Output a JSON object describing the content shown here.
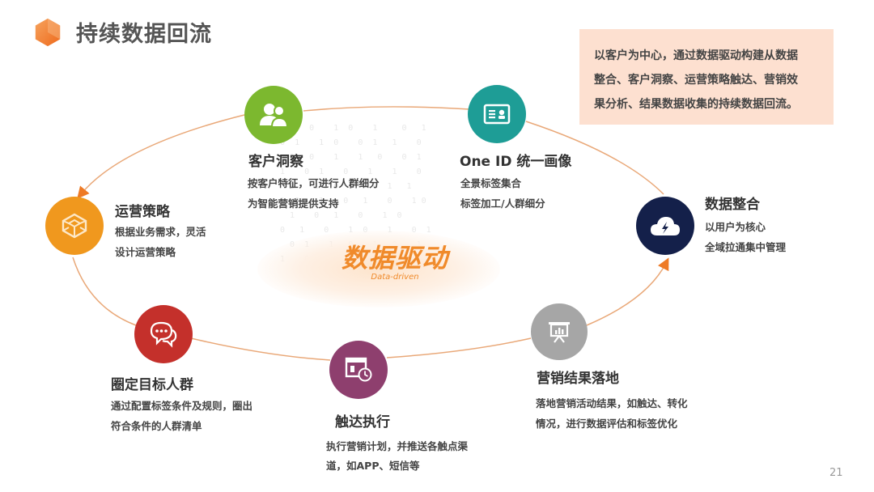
{
  "header": {
    "title": "持续数据回流",
    "title_icon": "orange-hexagon-icon"
  },
  "summary": {
    "lines": [
      "以客户为中心，通过数据驱动构建从数据",
      "整合、客户洞察、运营策略触达、营销效",
      "果分析、结果数据收集的持续数据回流。"
    ]
  },
  "center": {
    "label": "数据驱动",
    "sublabel": "Data-driven"
  },
  "nodes": [
    {
      "id": "customer-insight",
      "title": "客户洞察",
      "desc": [
        "按客户特征，可进行人群细分",
        "为智能营销提供支持"
      ],
      "icon": "users-icon",
      "color": "#7cb82f"
    },
    {
      "id": "one-id",
      "title": "One ID 统一画像",
      "desc": [
        "全景标签集合",
        "标签加工/人群细分"
      ],
      "icon": "id-card-icon",
      "color": "#1e9d96"
    },
    {
      "id": "data-integration",
      "title": "数据整合",
      "desc": [
        "以用户为核心",
        "全域拉通集中管理"
      ],
      "icon": "cloud-lightning-icon",
      "color": "#14204a"
    },
    {
      "id": "marketing-results",
      "title": "营销结果落地",
      "desc": [
        "落地营销活动结果，如触达、转化",
        "情况，进行数据评估和标签优化"
      ],
      "icon": "presentation-chart-icon",
      "color": "#a6a6a6"
    },
    {
      "id": "reach-execution",
      "title": "触达执行",
      "desc": [
        "执行营销计划，并推送各触点渠",
        "道，如APP、短信等"
      ],
      "icon": "calendar-clock-icon",
      "color": "#8e3f6e"
    },
    {
      "id": "target-audience",
      "title": "圈定目标人群",
      "desc": [
        "通过配置标签条件及规则，圈出",
        "符合条件的人群清单"
      ],
      "icon": "chat-bubbles-icon",
      "color": "#c4302b"
    },
    {
      "id": "operation-strategy",
      "title": "运营策略",
      "desc": [
        "根据业务需求，灵活",
        "设计运营策略"
      ],
      "icon": "box-3d-icon",
      "color": "#f0981e"
    }
  ],
  "colors": {
    "accent": "#f08a2a",
    "cycle_line": "#e9a878",
    "summary_bg": "#fde0d0"
  },
  "footer": {
    "page_number": "21"
  }
}
